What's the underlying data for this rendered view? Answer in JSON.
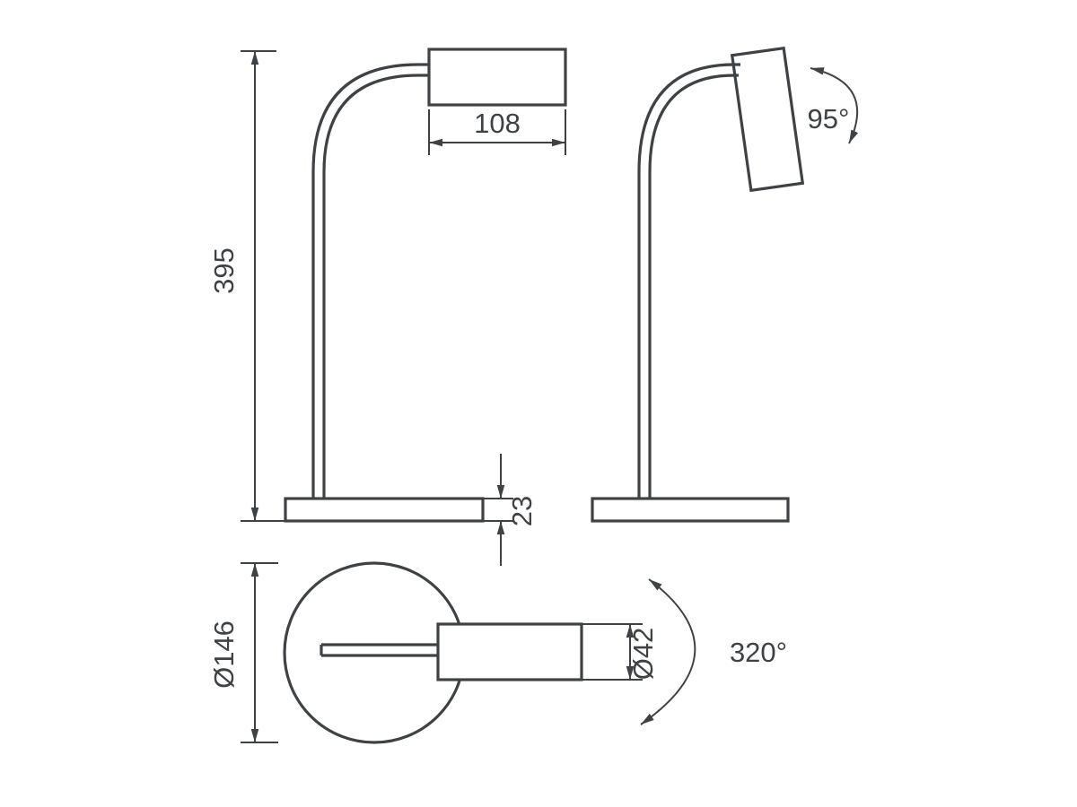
{
  "drawing": {
    "type": "technical-dimension-drawing",
    "subject": "desk lamp with cylindrical head, curved arm and flat round base — front, side and top views",
    "line_color": "#3f4245",
    "background_color": "#ffffff"
  },
  "dimensions": {
    "overall_height": "395",
    "shade_length": "108",
    "base_thickness": "23",
    "head_tilt_angle": "95°",
    "base_diameter": "Ø146",
    "shade_diameter": "Ø42",
    "head_rotation_angle": "320°"
  }
}
